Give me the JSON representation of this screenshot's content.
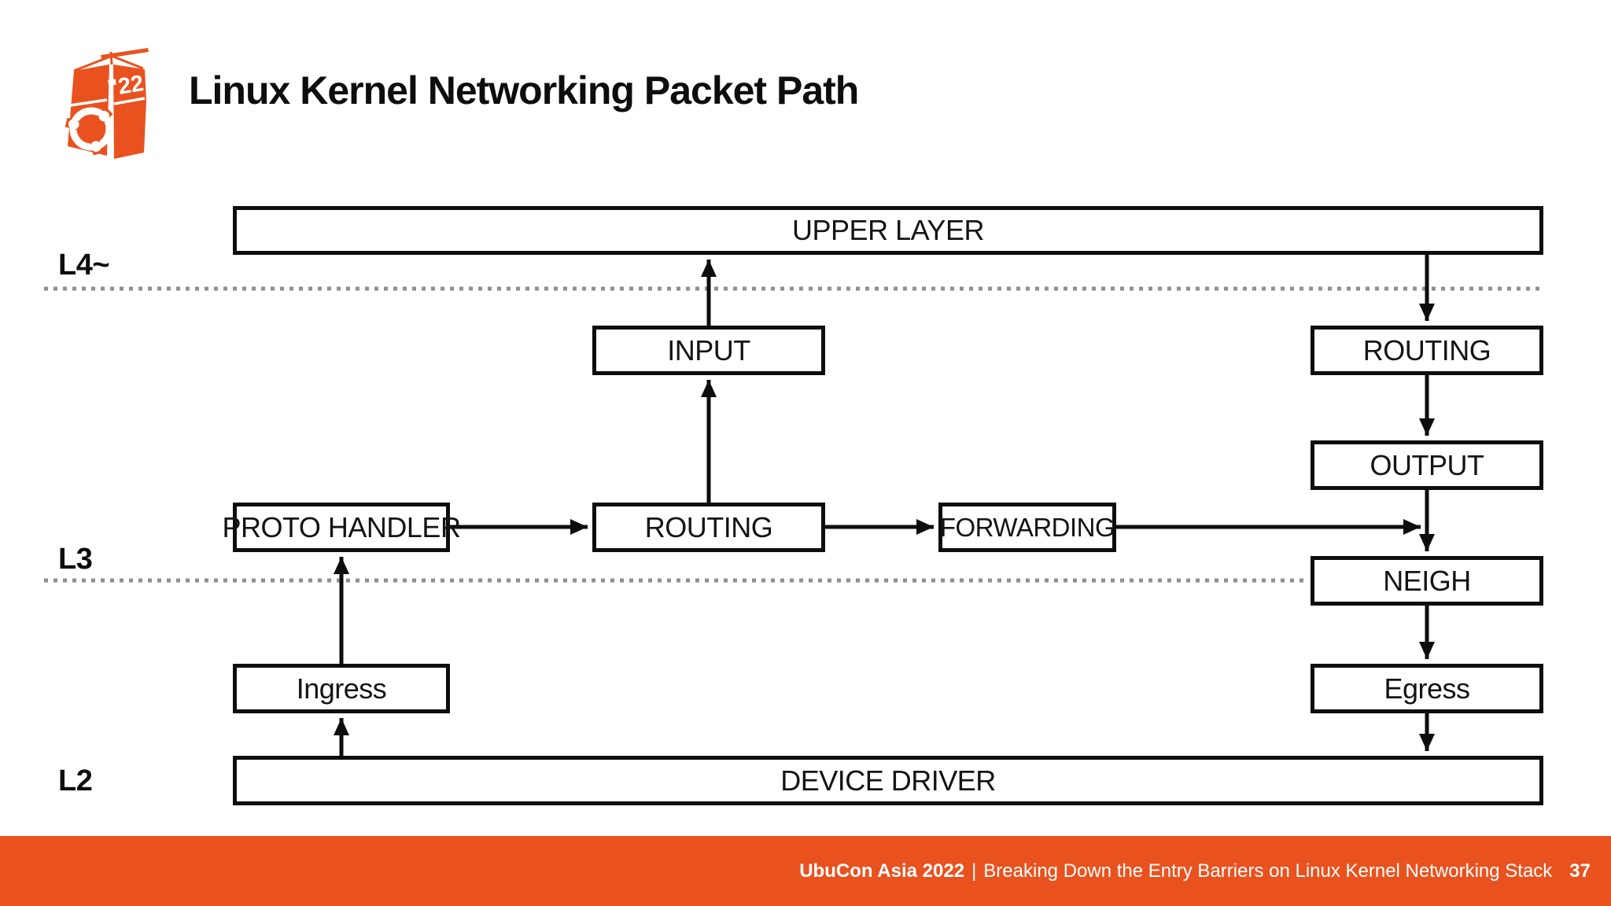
{
  "slide": {
    "title": "Linux Kernel Networking Packet Path",
    "logo": {
      "description": "UbuCon Asia 2022 orange lantern logo with Ubuntu circle of friends",
      "year_text": "\"22"
    },
    "layer_labels": {
      "l4": "L4~",
      "l3": "L3",
      "l2": "L2"
    },
    "boxes": {
      "upper_layer": "UPPER LAYER",
      "input": "INPUT",
      "routing_top_right": "ROUTING",
      "output": "OUTPUT",
      "proto_handler": "PROTO HANDLER",
      "routing_middle": "ROUTING",
      "forwarding": "FORWARDING",
      "neigh": "NEIGH",
      "ingress": "Ingress",
      "egress": "Egress",
      "device_driver": "DEVICE DRIVER"
    },
    "footer": {
      "event": "UbuCon Asia 2022",
      "separator": "|",
      "subtitle": "Breaking Down the Entry Barriers on Linux Kernel Networking Stack",
      "page_number": "37"
    },
    "colors": {
      "accent_orange": "#E9521F",
      "dotted_line_gray": "#8F8F8F",
      "line_black": "#0D0D0D"
    }
  }
}
